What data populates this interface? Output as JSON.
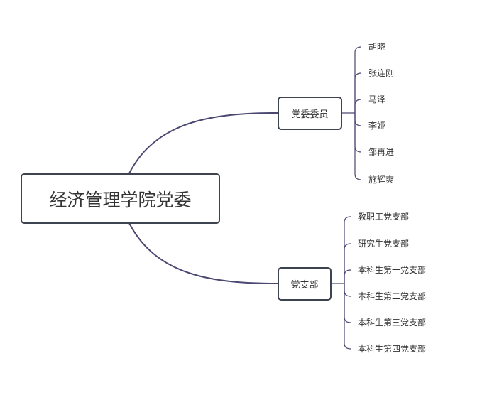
{
  "root": {
    "label": "经济管理学院党委"
  },
  "branches": [
    {
      "label": "党委委员",
      "children": [
        "胡晓",
        "张连刚",
        "马泽",
        "李娅",
        "邹再进",
        "施辉爽"
      ]
    },
    {
      "label": "党支部",
      "children": [
        "教职工党支部",
        "研究生党支部",
        "本科生第一党支部",
        "本科生第二党支部",
        "本科生第三党支部",
        "本科生第四党支部"
      ]
    }
  ],
  "colors": {
    "line": "#4a4870",
    "border": "#3d4450",
    "text": "#333333"
  }
}
